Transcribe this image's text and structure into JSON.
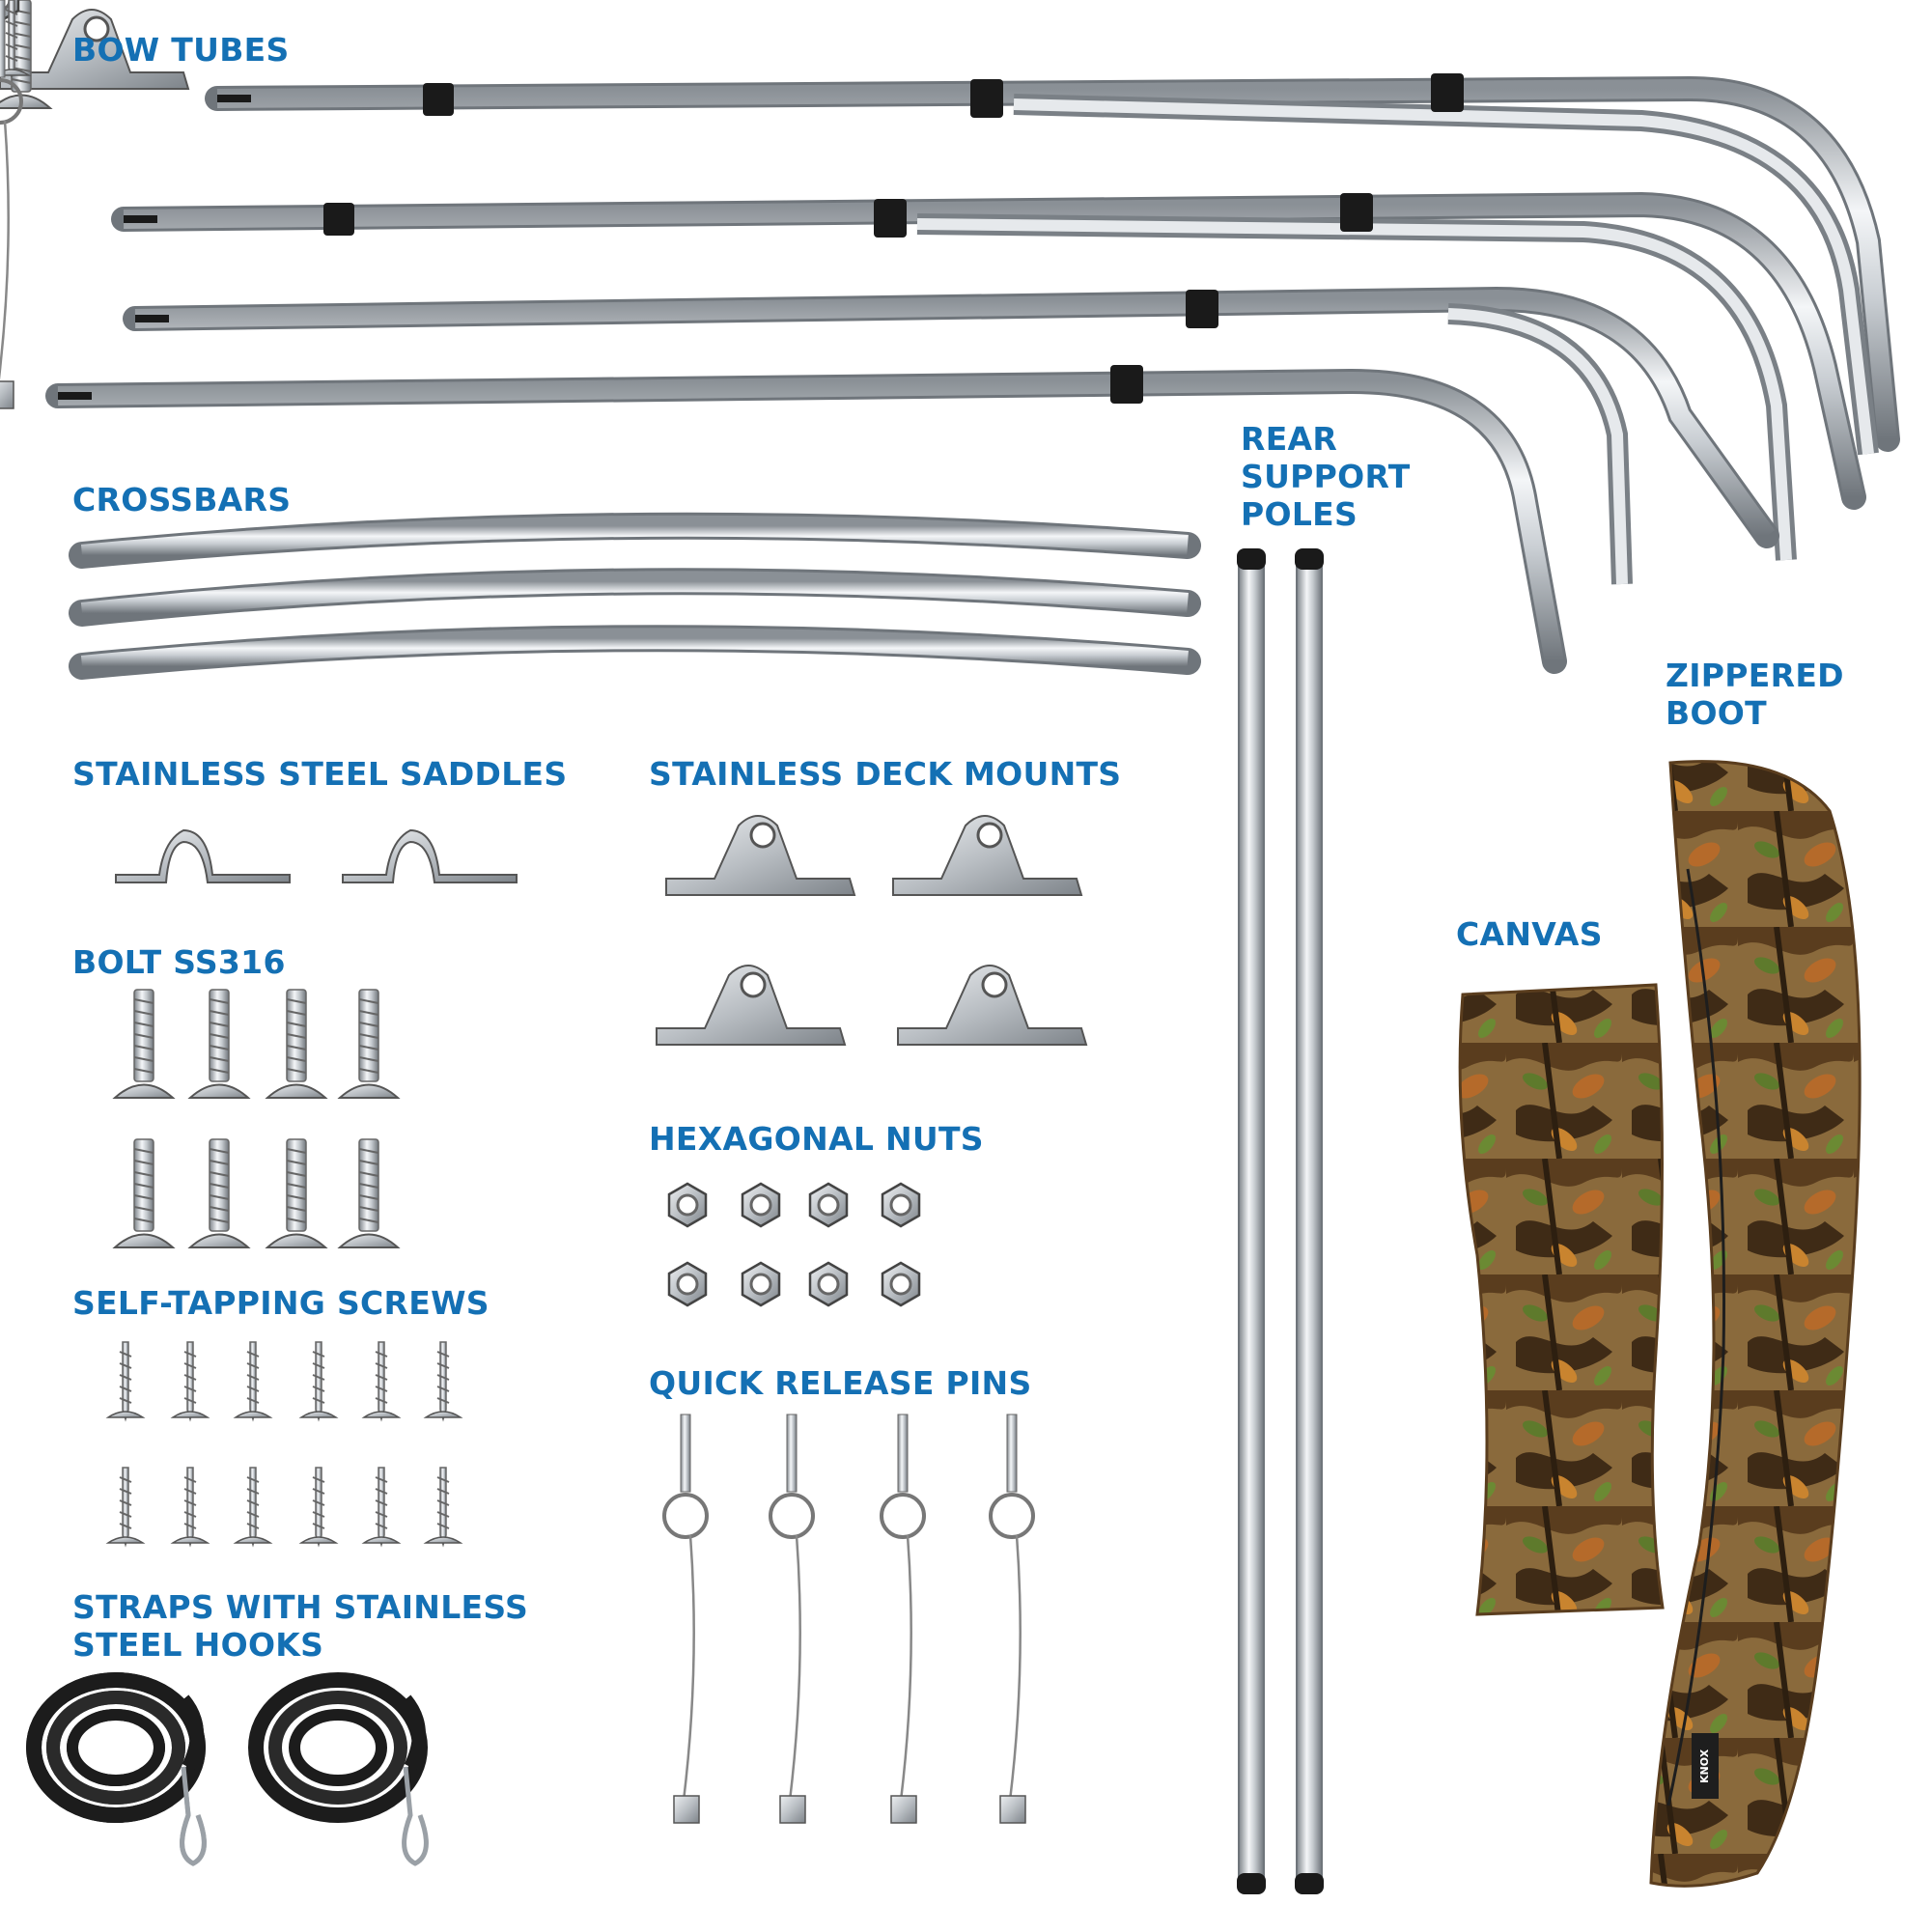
{
  "labels": {
    "bow_tubes": "BOW TUBES",
    "crossbars": "CROSSBARS",
    "rear_support_poles": "REAR\nSUPPORT\nPOLES",
    "zippered_boot": "ZIPPERED\nBOOT",
    "canvas": "CANVAS",
    "stainless_steel_saddles": "STAINLESS STEEL SADDLES",
    "stainless_deck_mounts": "STAINLESS DECK MOUNTS",
    "bolt_ss316": "BOLT SS316",
    "hexagonal_nuts": "HEXAGONAL NUTS",
    "self_tapping_screws": "SELF-TAPPING SCREWS",
    "quick_release_pins": "QUICK RELEASE PINS",
    "straps_with_hooks": "STRAPS WITH STAINLESS\nSTEEL HOOKS"
  },
  "brand_tag": "KNOX",
  "colors": {
    "label_blue": "#1470b4",
    "steel_light": "#f2f4f6",
    "steel_dark": "#8a9096",
    "connector_black": "#1a1a1a",
    "camo_base": "#8a6a3c",
    "strap_black": "#1c1c1c"
  }
}
